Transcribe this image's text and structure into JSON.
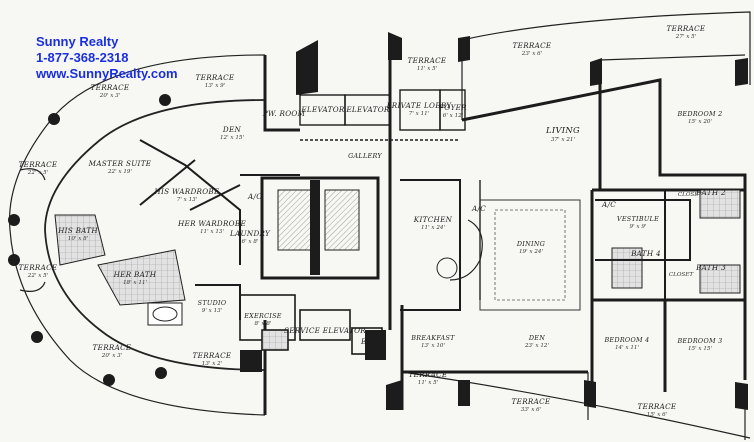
{
  "brand": {
    "name": "Sunny Realty",
    "phone": "1-877-368-2318",
    "website": "www.SunnyRealty.com"
  },
  "colors": {
    "brand_text": "#1a2fe0",
    "wall": "#1c1c1c",
    "floor": "#f7f7f4",
    "tile": "#bdbdbd"
  },
  "rooms": {
    "terrace_top_left": {
      "name": "TERRACE",
      "dims": "13' x 9'"
    },
    "terrace_top_left2": {
      "name": "TERRACE",
      "dims": "20' x 3'"
    },
    "terrace_left_upper": {
      "name": "TERRACE",
      "dims": "22' x 5'"
    },
    "terrace_left_lower": {
      "name": "TERRACE",
      "dims": "22' x 5'"
    },
    "terrace_bottom_left": {
      "name": "TERRACE",
      "dims": "20' x 3'"
    },
    "terrace_bottom_left2": {
      "name": "TERRACE",
      "dims": "13' x 2'"
    },
    "terrace_top_mid": {
      "name": "TERRACE",
      "dims": "11' x 5'"
    },
    "terrace_top_right": {
      "name": "TERRACE",
      "dims": "23' x 6'"
    },
    "terrace_top_far_right": {
      "name": "TERRACE",
      "dims": "27' x 5'"
    },
    "terrace_bottom_mid": {
      "name": "TERRACE",
      "dims": "11' x 5'"
    },
    "terrace_bottom_right": {
      "name": "TERRACE",
      "dims": "33' x 6'"
    },
    "terrace_bottom_far_right": {
      "name": "TERRACE",
      "dims": "15' x 6'"
    },
    "master_suite": {
      "name": "MASTER SUITE",
      "dims": "22' x 19'"
    },
    "den_upper": {
      "name": "DEN",
      "dims": "12' x 15'"
    },
    "his_wardrobe": {
      "name": "HIS WARDROBE",
      "dims": "7' x 13'"
    },
    "her_wardrobe": {
      "name": "HER WARDROBE",
      "dims": "11' x 13'"
    },
    "his_bath": {
      "name": "HIS BATH",
      "dims": "10' x 8'"
    },
    "her_bath": {
      "name": "HER BATH",
      "dims": "18' x 11'"
    },
    "laundry": {
      "name": "LAUNDRY",
      "dims": "6' x 8'"
    },
    "studio": {
      "name": "STUDIO",
      "dims": "9' x 13'"
    },
    "exercise": {
      "name": "EXERCISE",
      "dims": "8' x 8'"
    },
    "service_elevator": {
      "name": "SERVICE ELEVATOR"
    },
    "elec": {
      "name": "ELEC"
    },
    "elevator_1": {
      "name": "ELEVATOR"
    },
    "elevator_2": {
      "name": "ELEVATOR"
    },
    "private_lobby": {
      "name": "PRIVATE LOBBY",
      "dims": "7' x 11'"
    },
    "foyer": {
      "name": "FOYER",
      "dims": "6' x 12'"
    },
    "gallery": {
      "name": "GALLERY"
    },
    "kitchen": {
      "name": "KITCHEN",
      "dims": "11' x 24'"
    },
    "living": {
      "name": "LIVING",
      "dims": "37' x 21'"
    },
    "dining": {
      "name": "DINING",
      "dims": "19' x 24'"
    },
    "breakfast": {
      "name": "BREAKFAST",
      "dims": "13' x 10'"
    },
    "den_lower": {
      "name": "DEN",
      "dims": "23' x 12'"
    },
    "vestibule": {
      "name": "VESTIBULE",
      "dims": "9' x 9'"
    },
    "bath_4": {
      "name": "BATH 4"
    },
    "bath_2": {
      "name": "BATH 2"
    },
    "bath_3": {
      "name": "BATH 3"
    },
    "bedroom_2": {
      "name": "BEDROOM 2",
      "dims": "15' x 20'"
    },
    "bedroom_3": {
      "name": "BEDROOM 3",
      "dims": "15' x 15'"
    },
    "bedroom_4": {
      "name": "BEDROOM 4",
      "dims": "14' x 11'"
    },
    "ac_1": {
      "name": "A/C"
    },
    "ac_2": {
      "name": "A/C"
    },
    "ac_3": {
      "name": "A/C"
    },
    "pw_room": {
      "name": "PW. ROOM"
    }
  },
  "closet_label": "CLOSET"
}
